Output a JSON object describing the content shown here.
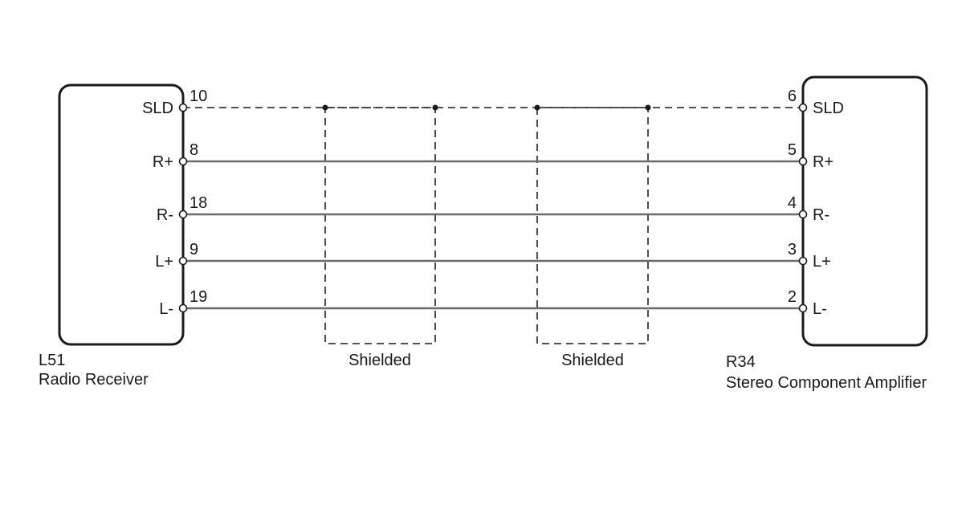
{
  "left_component": {
    "code": "L51",
    "name": "Radio Receiver"
  },
  "right_component": {
    "code": "R34",
    "name": "Stereo Component Amplifier"
  },
  "connections": [
    {
      "signal_left": "SLD",
      "pin_left": "10",
      "pin_right": "6",
      "signal_right": "SLD",
      "shield_drain": true
    },
    {
      "signal_left": "R+",
      "pin_left": "8",
      "pin_right": "5",
      "signal_right": "R+",
      "shield_drain": false
    },
    {
      "signal_left": "R-",
      "pin_left": "18",
      "pin_right": "4",
      "signal_right": "R-",
      "shield_drain": false
    },
    {
      "signal_left": "L+",
      "pin_left": "9",
      "pin_right": "3",
      "signal_right": "L+",
      "shield_drain": false
    },
    {
      "signal_left": "L-",
      "pin_left": "19",
      "pin_right": "2",
      "signal_right": "L-",
      "shield_drain": false
    }
  ],
  "shields": [
    {
      "label": "Shielded"
    },
    {
      "label": "Shielded"
    }
  ]
}
